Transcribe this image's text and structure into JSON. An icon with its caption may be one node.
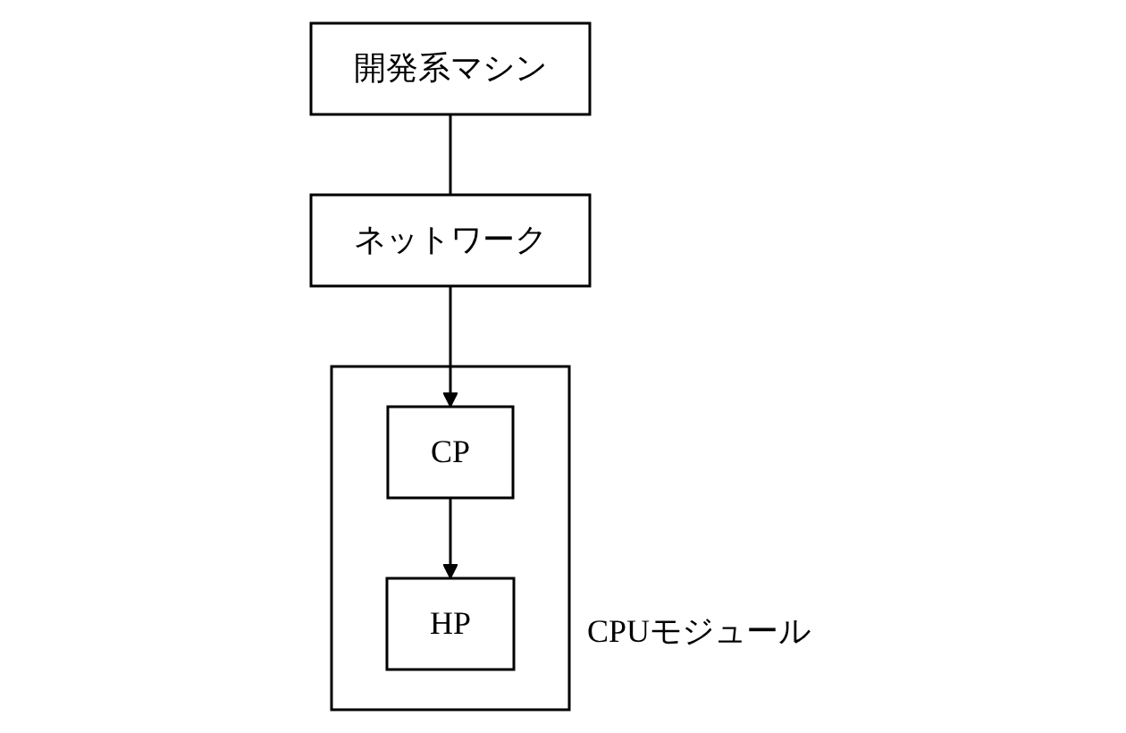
{
  "diagram": {
    "nodes": [
      {
        "text": [
          "開発系マシン"
        ]
      },
      {
        "text": [
          "ネットワーク"
        ]
      },
      {
        "text": [
          "CPUモジュール"
        ]
      },
      {
        "text": [
          "CP"
        ],
        "in": 2
      },
      {
        "text": [
          "HP"
        ],
        "in": 2
      }
    ],
    "edges": [
      {
        "from": 0,
        "to": 1,
        "arrow": "none"
      },
      {
        "from": 1,
        "to": 3,
        "arrow": "to"
      },
      {
        "from": 3,
        "to": 4,
        "arrow": "to"
      }
    ]
  }
}
